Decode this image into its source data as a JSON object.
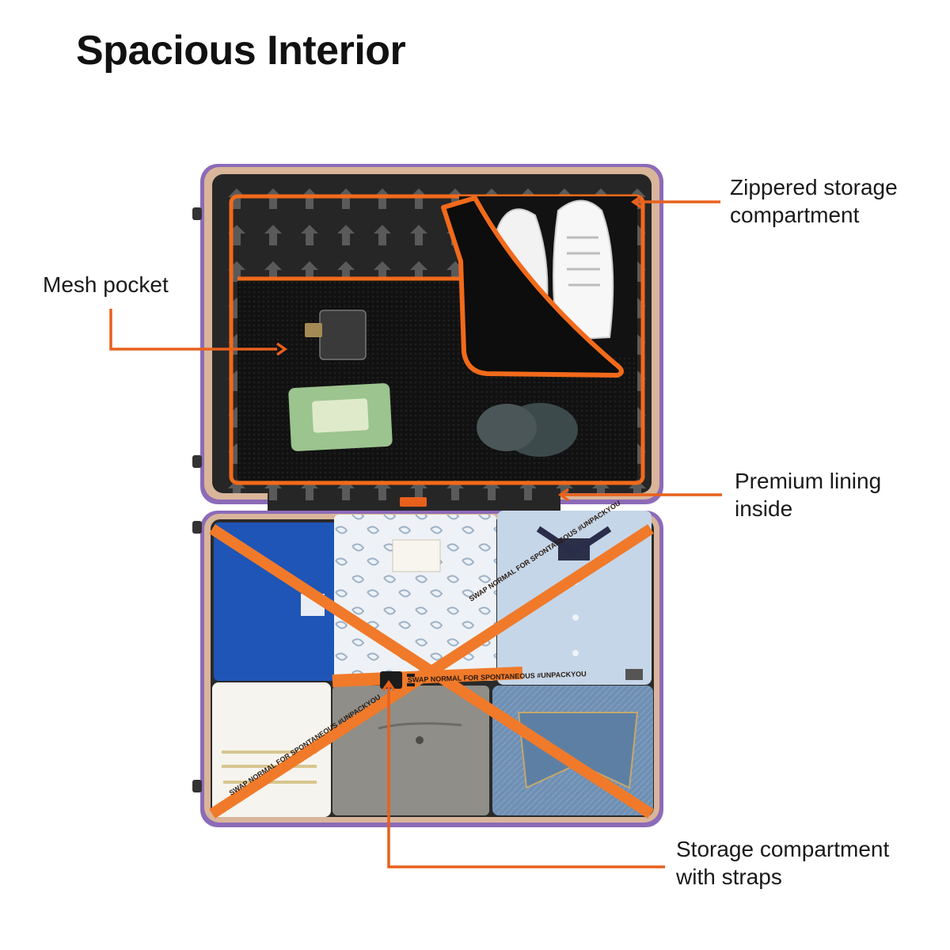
{
  "title": "Spacious Interior",
  "labels": {
    "mesh_pocket": "Mesh pocket",
    "zippered": [
      "Zippered storage",
      "compartment"
    ],
    "lining": [
      "Premium lining",
      "inside"
    ],
    "straps": [
      "Storage compartment",
      "with straps"
    ]
  },
  "strap_print": "SWAP NORMAL FOR SPONTANEOUS #UNPACKYOU",
  "colors": {
    "accent": "#e8601c",
    "strap": "#f07a2a",
    "lining": "#2b2b2b",
    "shell_trim": "#7b5aa6",
    "text": "#1a1a1a"
  }
}
